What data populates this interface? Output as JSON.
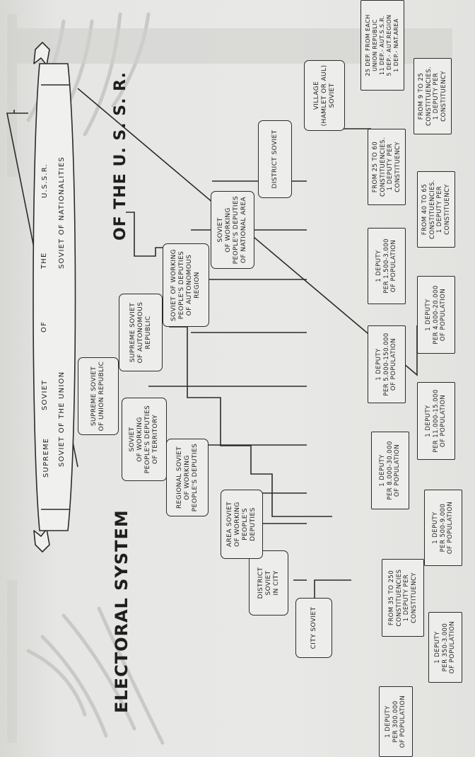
{
  "diagram": {
    "title_left": "ELECTORAL SYSTEM",
    "title_right": "OF THE   U. S. S. R.",
    "ribbon": {
      "line1": [
        "SUPREME",
        "SOVIET",
        "OF",
        "THE",
        "U.S.S.R."
      ],
      "union": "SOVIET OF THE UNION",
      "nationalities": "SOVIET OF NATIONALITIES"
    },
    "soviets": {
      "city": "CITY SOVIET",
      "district_city": "DISTRICT SOVIET\nIN CITY",
      "area": "AREA SOVIET\nOF WORKING\nPEOPLE'S DEPUTIES",
      "regional": "REGIONAL SOVIET\nOF WORKING\nPEOPLE'S DEPUTIES",
      "territory": "SOVIET\nOF WORKING\nPEOPLE'S DEPUTIES\nOF TERRITORY",
      "union_republic": "SUPREME SOVIET\nOF UNION REPUBLIC",
      "autonomous_republic": "SUPREME SOVIET\nOF AUTONOMOUS\nREPUBLIC",
      "autonomous_region": "SOVIET OF WORKING\nPEOPLE'S DEPUTIES\nOF AUTONOMOUS\nREGION",
      "national_area": "SOVIET\nOF WORKING\nPEOPLE'S DEPUTIES\nOF NATIONAL AREA",
      "district": "DISTRICT SOVIET",
      "village": "VILLAGE\n(HAMLET OR AUL)\nSOVIET"
    },
    "representation": {
      "union_300000": "1 DEPUTY\nPER 300.000\nOF POPULATION",
      "city_350_3000": "1 DEPUTY\nPER 350-3.000\nOF POPULATION",
      "district_city_35_250": "FROM 35 TO 250\nCONSTITUENCIES\n1 DEPUTY PER\nCONSTITUENCY",
      "area_500_9000": "1 DEPUTY\nPER 500-9.000\nOF POPULATION",
      "regional_8000_30000": "1 DEPUTY\nPER 8.000-30.000\nOF POPULATION",
      "territory_11000_15000": "1 DEPUTY\nPER 11.000-15.000\nOF POPULATION",
      "union_rep_5000_150000": "1 DEPUTY\nPER 5.000-150.000\nOF POPULATION",
      "aut_rep_4000_20000": "1 DEPUTY\nPER 4.000-20.000\nOF POPULATION",
      "aut_region_1500_3000": "1 DEPUTY\nPER 1.500-3.000\nOF POPULATION",
      "national_40_65": "FROM 40 TO 65\nCONSTITUENCIES.\n1 DEPUTY PER\nCONSTITUENCY",
      "district_25_60": "FROM 25 TO 60\nCONSTITUENCIES.\n1 DEPUTY PER\nCONSTITUENCY",
      "village_9_25": "FROM 9 TO 25\nCONSTITUENCIES.\n1 DEPUTY PER\nCONSTITUENCY",
      "nationalities_deputies": "25 DEP. FROM EACH\nUNION REPUBLIC\n11 DEP.- AUT.S.S.R.\n5 DEP.- AUT.REGION\n1 DEP.- NAT.AREA"
    }
  }
}
